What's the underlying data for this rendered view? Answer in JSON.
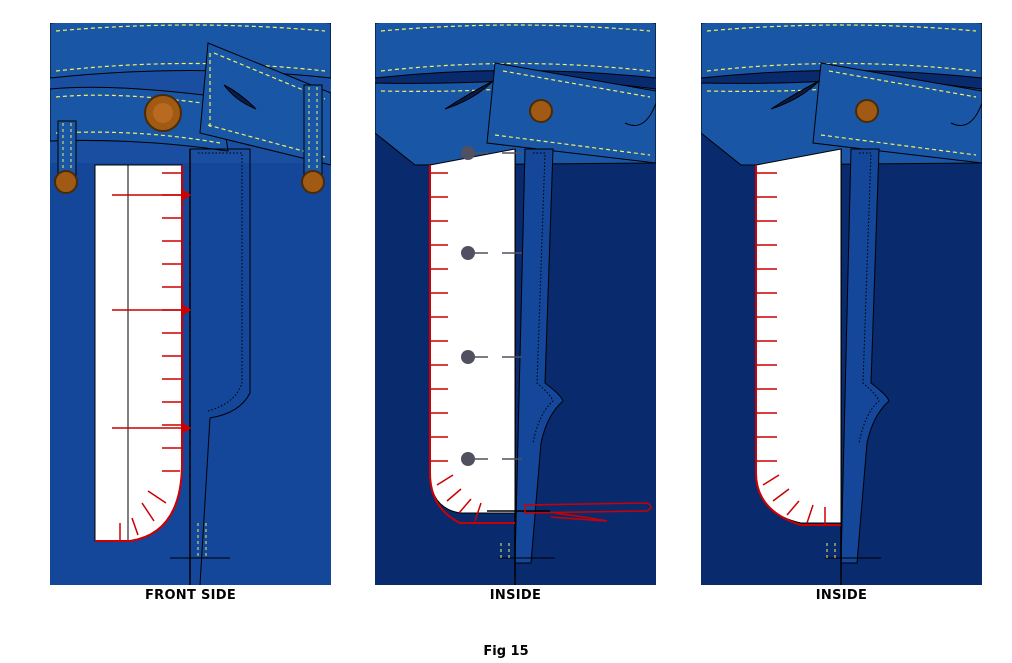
{
  "panels": [
    {
      "caption": "FRONT SIDE"
    },
    {
      "caption": "INSIDE"
    },
    {
      "caption": "INSIDE"
    }
  ],
  "figure_caption": "Fig 15",
  "colors": {
    "denim_light": "#12409a",
    "denim_dark": "#0a2a6e",
    "waistband": "#1550a0",
    "stitch": "#f0f060",
    "button": "#a05a14",
    "placket_mark": "#cc0000"
  },
  "icons": [
    "button-icon",
    "needle-icon",
    "pin-icon"
  ]
}
